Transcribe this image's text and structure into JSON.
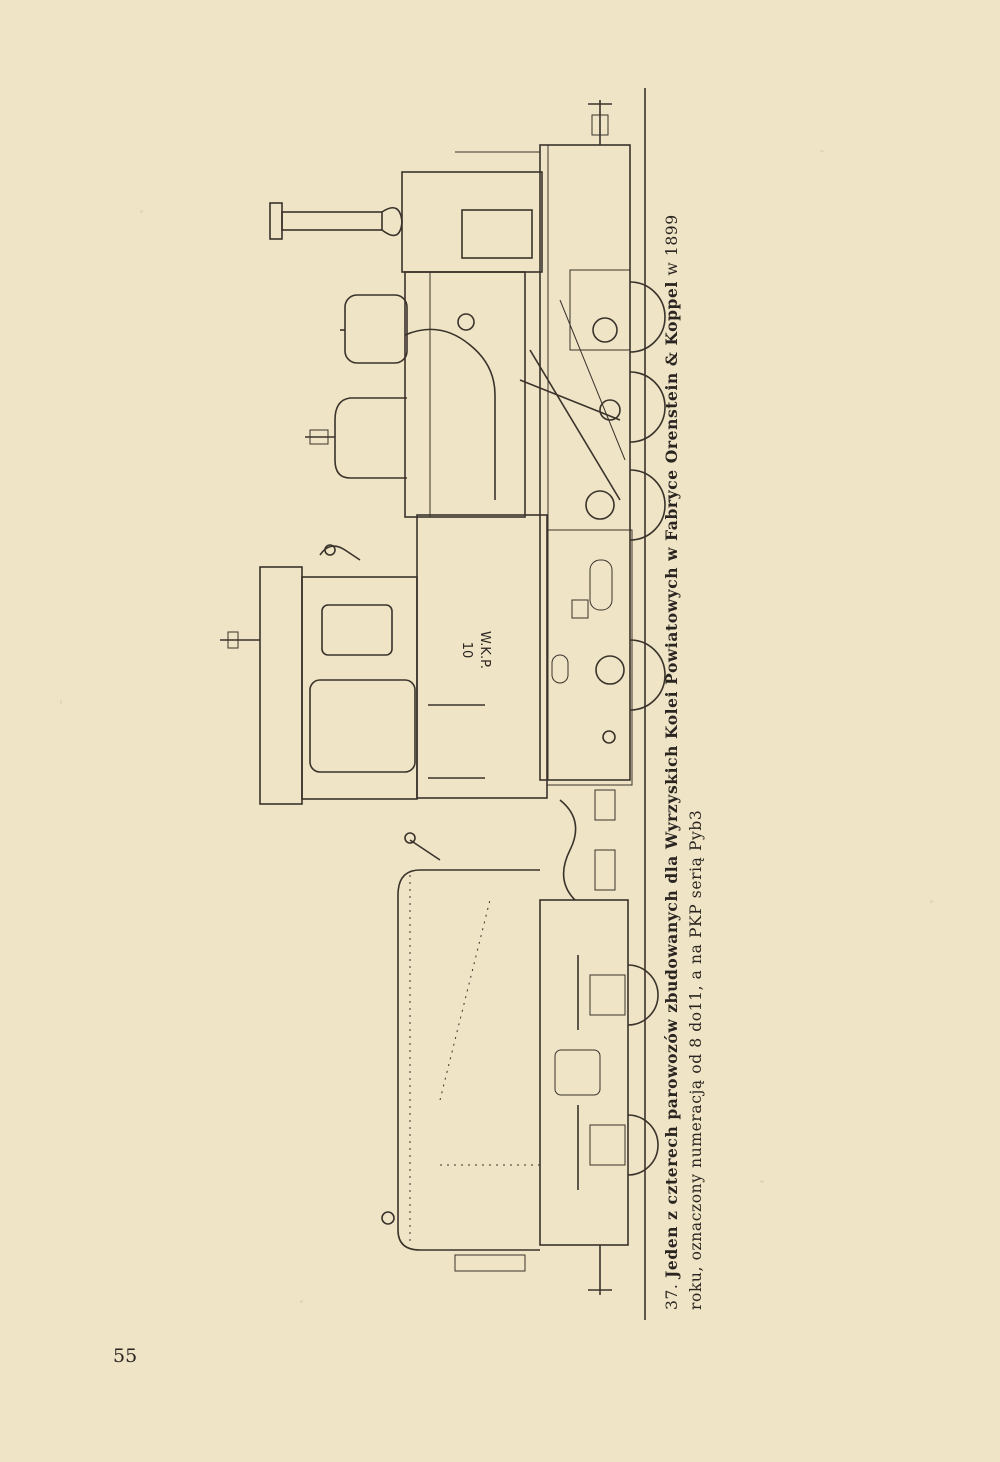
{
  "caption": {
    "line1_prefix": "37. ",
    "line1_bold": "Jeden z czterech parowozów zbudowanych dla Wyrzyskich Kolei Powiatowych w Fabryce Orenstein & Koppel",
    "line1_suffix": " w 1899",
    "line2": "roku, oznaczony numeracją od 8 do11, a na PKP serią Pyb3"
  },
  "locomotive_marking": {
    "initials": "W.K.P.",
    "number": "10"
  },
  "page_number": "55",
  "colors": {
    "paper": "#efe4c6",
    "ink": "#3a332b"
  }
}
